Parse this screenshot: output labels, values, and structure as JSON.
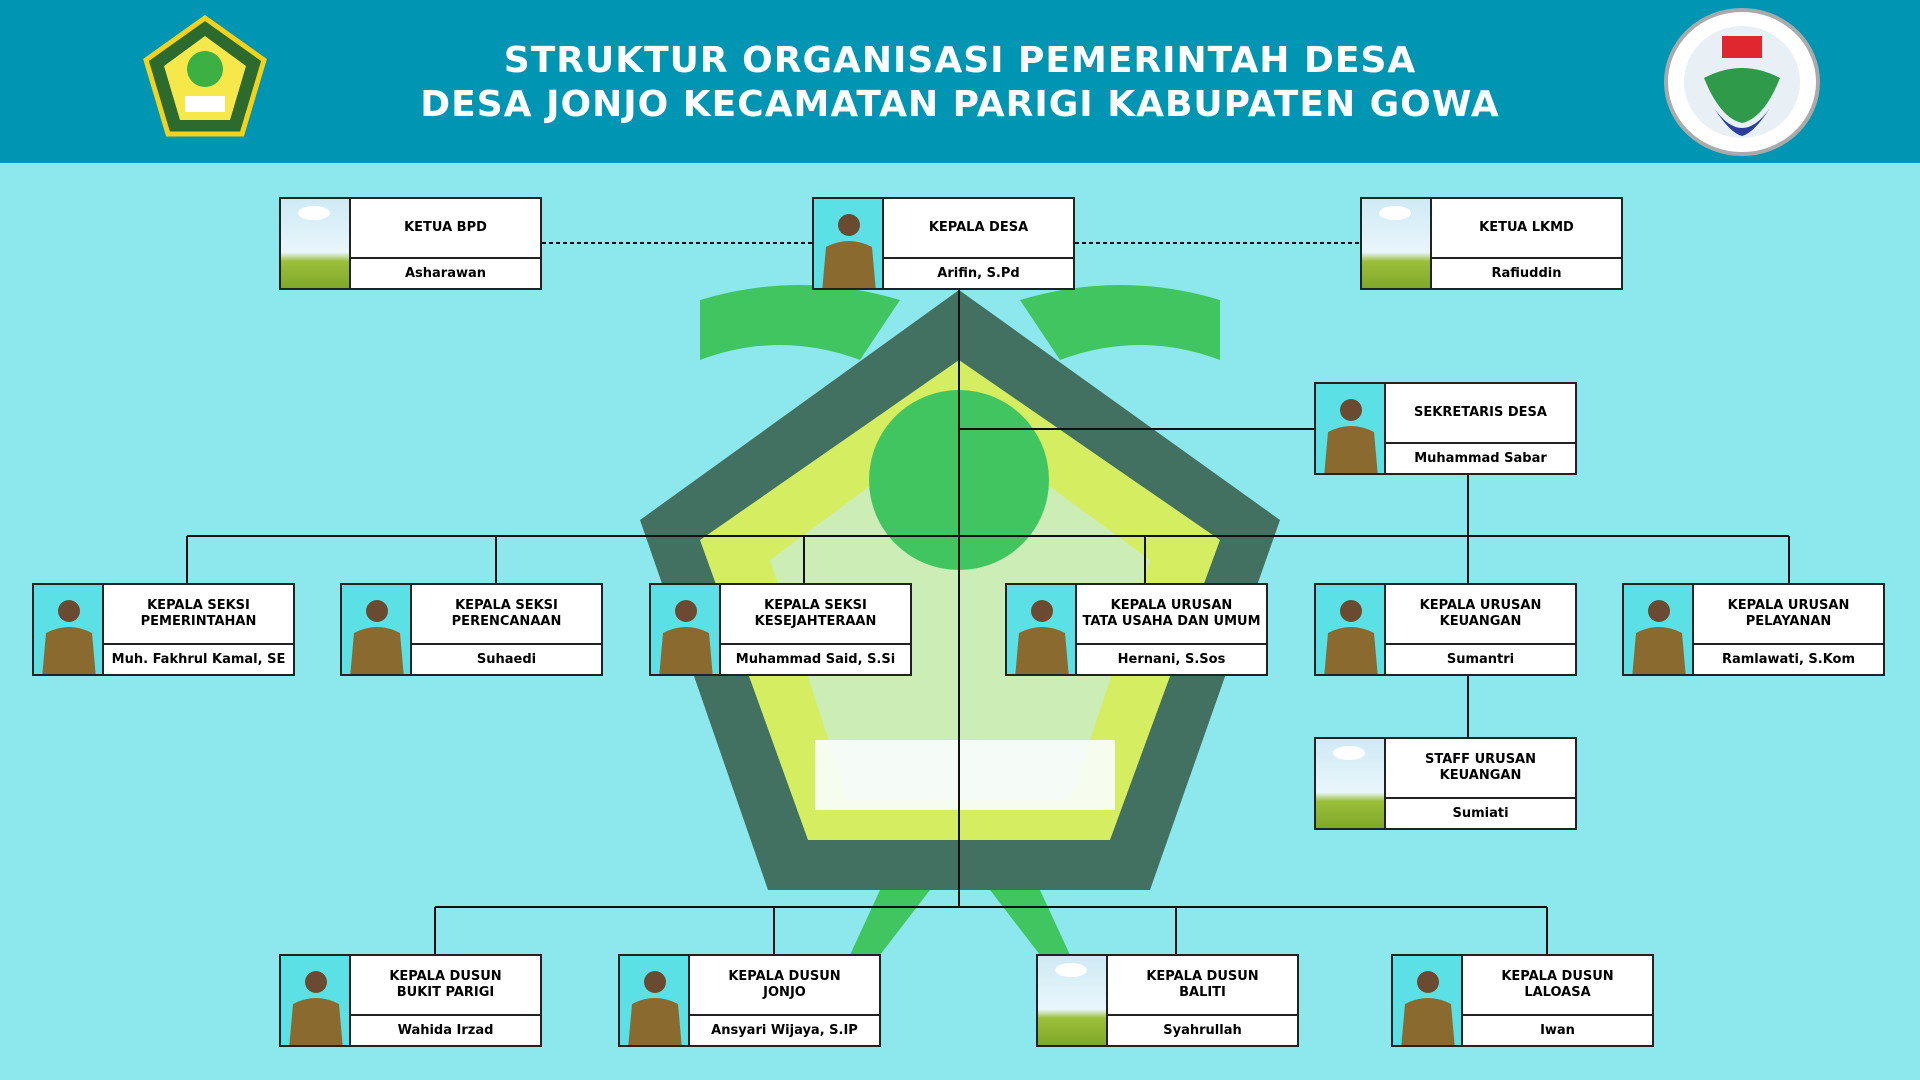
{
  "header": {
    "line1": "STRUKTUR ORGANISASI PEMERINTAH DESA",
    "line2": "DESA JONJO KECAMATAN PARIGI KABUPATEN GOWA"
  },
  "colors": {
    "header": "#0096b3",
    "background": "#8ce8ec"
  },
  "positions": [
    {
      "role": "KETUA BPD",
      "name": "Asharawan",
      "photo": "placeholder"
    },
    {
      "role": "KEPALA DESA",
      "name": "Arifin, S.Pd",
      "photo": "person"
    },
    {
      "role": "KETUA LKMD",
      "name": "Rafiuddin",
      "photo": "placeholder"
    },
    {
      "role": "SEKRETARIS DESA",
      "name": "Muhammad Sabar",
      "photo": "person"
    },
    {
      "role": "KEPALA SEKSI\nPEMERINTAHAN",
      "name": "Muh. Fakhrul Kamal, SE",
      "photo": "person"
    },
    {
      "role": "KEPALA SEKSI\nPERENCANAAN",
      "name": "Suhaedi",
      "photo": "person"
    },
    {
      "role": "KEPALA SEKSI\nKESEJAHTERAAN",
      "name": "Muhammad Said, S.Si",
      "photo": "person"
    },
    {
      "role": "KEPALA URUSAN\nTATA USAHA DAN UMUM",
      "name": "Hernani, S.Sos",
      "photo": "person"
    },
    {
      "role": "KEPALA URUSAN\nKEUANGAN",
      "name": "Sumantri",
      "photo": "person"
    },
    {
      "role": "KEPALA URUSAN\nPELAYANAN",
      "name": "Ramlawati, S.Kom",
      "photo": "person"
    },
    {
      "role": "STAFF URUSAN\nKEUANGAN",
      "name": "Sumiati",
      "photo": "placeholder"
    },
    {
      "role": "KEPALA DUSUN\nBUKIT PARIGI",
      "name": "Wahida Irzad",
      "photo": "person"
    },
    {
      "role": "KEPALA DUSUN\nJONJO",
      "name": "Ansyari Wijaya, S.IP",
      "photo": "person"
    },
    {
      "role": "KEPALA DUSUN\nBALITI",
      "name": "Syahrullah",
      "photo": "placeholder"
    },
    {
      "role": "KEPALA DUSUN\nLALOASA",
      "name": "Iwan",
      "photo": "person"
    }
  ]
}
